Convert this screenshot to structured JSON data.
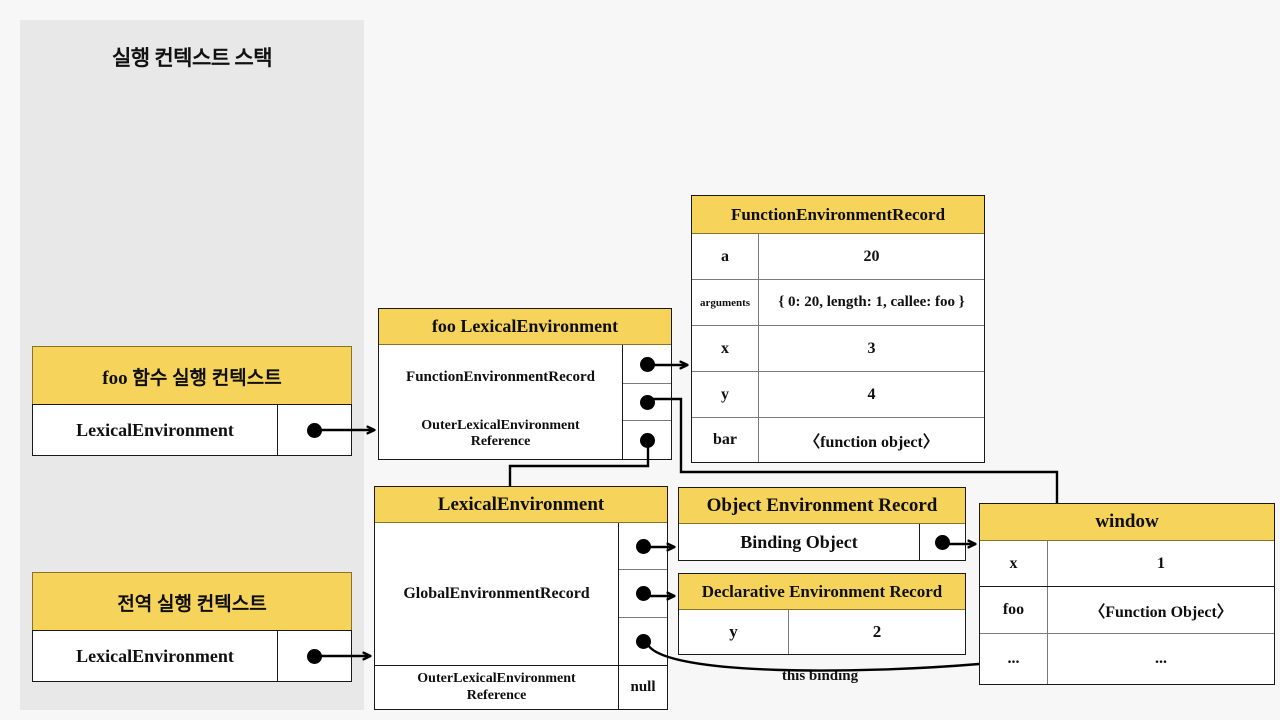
{
  "stack_panel": {
    "title": "실행 컨텍스트 스택",
    "contexts": [
      {
        "name": "foo 함수 실행 컨텍스트",
        "field": "LexicalEnvironment",
        "pointer": "filled-dot"
      },
      {
        "name": "전역 실행 컨텍스트",
        "field": "LexicalEnvironment",
        "pointer": "filled-dot"
      }
    ]
  },
  "foo_lexical_environment": {
    "title": "foo LexicalEnvironment",
    "rows": [
      {
        "label": "FunctionEnvironmentRecord",
        "value": ""
      },
      {
        "label": "OuterLexicalEnvironment Reference",
        "line1": "OuterLexicalEnvironment",
        "line2": "Reference",
        "value": ""
      }
    ]
  },
  "function_environment_record": {
    "title": "FunctionEnvironmentRecord",
    "rows": [
      {
        "key": "a",
        "value": "20"
      },
      {
        "key": "arguments",
        "value": "{ 0: 20, length: 1, callee: foo }"
      },
      {
        "key": "x",
        "value": "3"
      },
      {
        "key": "y",
        "value": "4"
      },
      {
        "key": "bar",
        "value": "〈function object〉"
      }
    ]
  },
  "global_lexical_environment": {
    "title": "LexicalEnvironment",
    "record_label": "GlobalEnvironmentRecord",
    "outer_line1": "OuterLexicalEnvironment",
    "outer_line2": "Reference",
    "outer_value": "null"
  },
  "object_environment_record": {
    "title": "Object Environment Record",
    "binding_label": "Binding Object"
  },
  "declarative_environment_record": {
    "title": "Declarative Environment Record",
    "rows": [
      {
        "key": "y",
        "value": "2"
      }
    ]
  },
  "window_object": {
    "title": "window",
    "rows": [
      {
        "key": "x",
        "value": "1"
      },
      {
        "key": "foo",
        "value": "〈Function Object〉"
      },
      {
        "key": "...",
        "value": "..."
      }
    ]
  },
  "annotations": {
    "this_binding": "this binding"
  },
  "colors": {
    "header_yellow": "#f6d45b",
    "panel_gray": "#e8e8e8",
    "background": "#f7f7f7",
    "line": "#000000",
    "border": "#1a1a1a"
  }
}
